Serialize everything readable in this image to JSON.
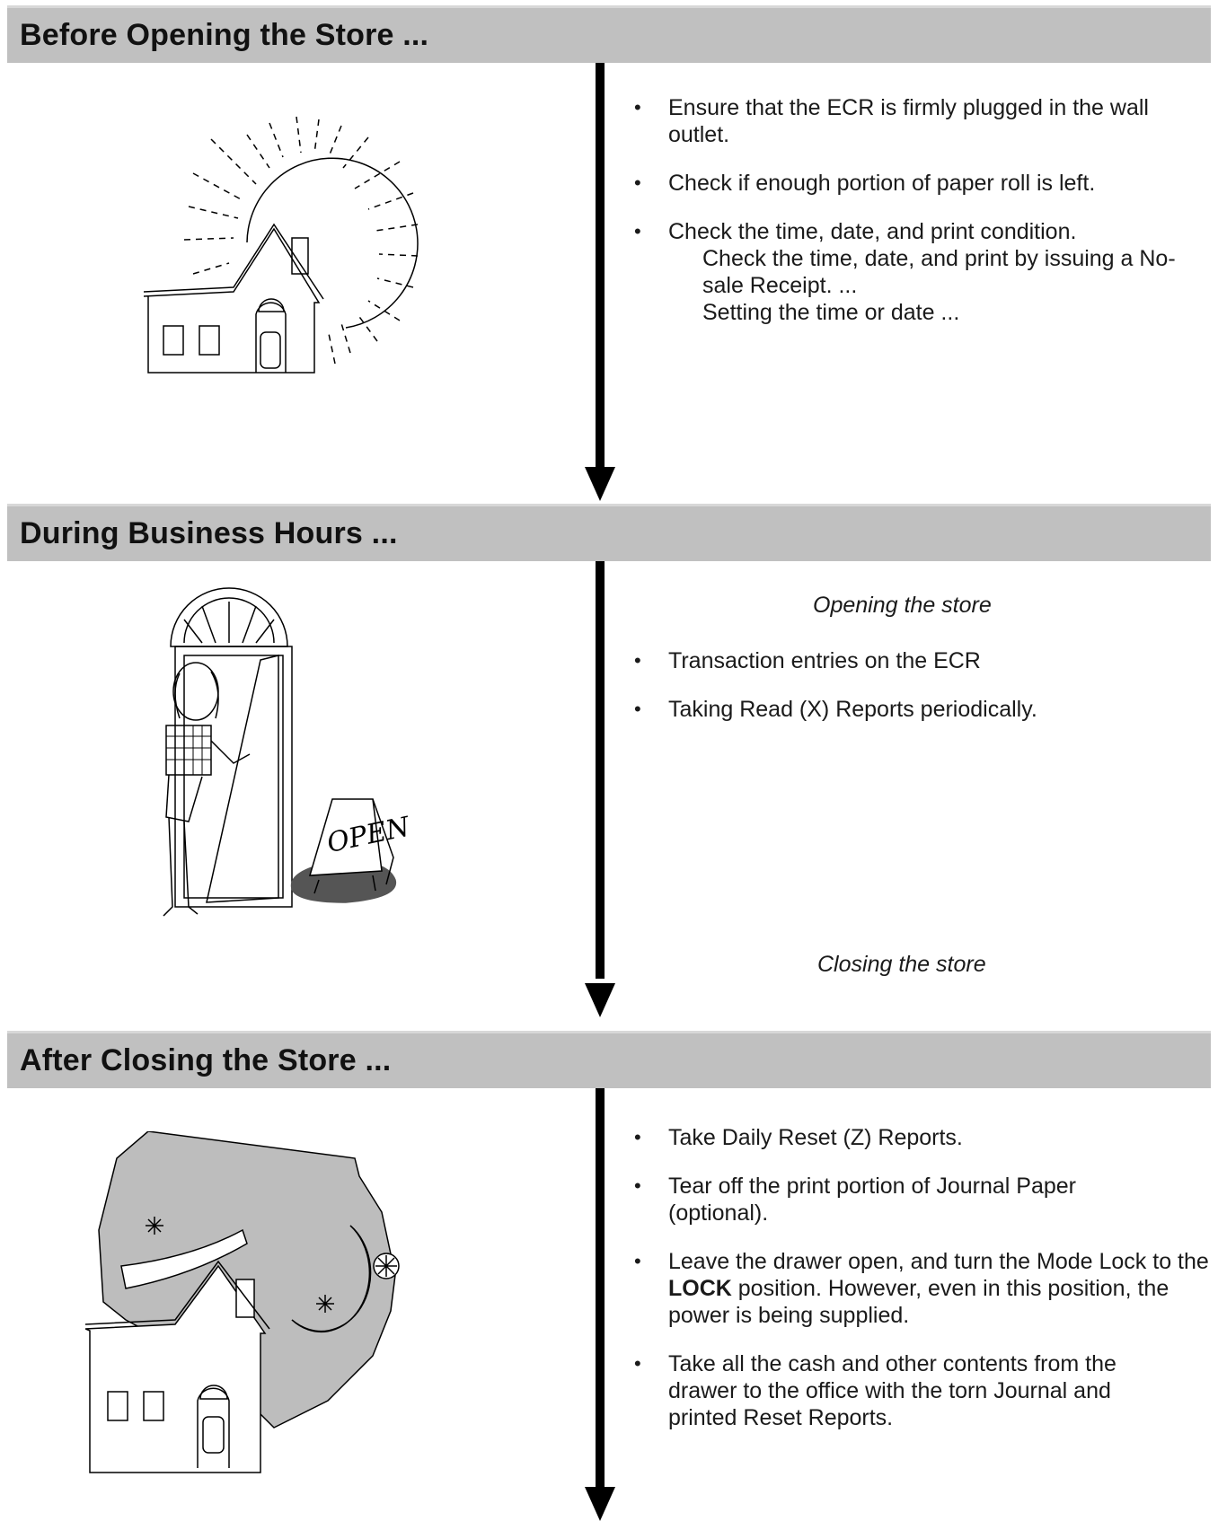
{
  "sections": [
    {
      "title": "Before Opening the Store ...",
      "items": [
        "Ensure that the ECR is firmly plugged in the wall outlet.",
        "Check if enough portion of paper roll is left.",
        "Check the time, date, and print condition."
      ],
      "subitems": [
        "Check the time, date, and print by issuing a No-sale Receipt. ...",
        "Setting the time or date ..."
      ]
    },
    {
      "title": "During Business Hours ...",
      "opening_note": "Opening the store",
      "items": [
        "Transaction entries on the ECR",
        "Taking Read (X) Reports periodically."
      ],
      "closing_note": "Closing the store",
      "sign_text": "OPEN"
    },
    {
      "title": "After Closing the Store ...",
      "items": [
        "Take Daily Reset (Z) Reports.",
        "Tear off the print portion of Journal Paper (optional).",
        "Leave the drawer open, and turn the Mode Lock to the",
        "Take all the cash and other contents from the drawer to the office with the torn Journal and printed Reset Reports."
      ],
      "lock_word": "LOCK",
      "lock_tail": " position.  However, even in this position, the power is being supplied."
    }
  ]
}
